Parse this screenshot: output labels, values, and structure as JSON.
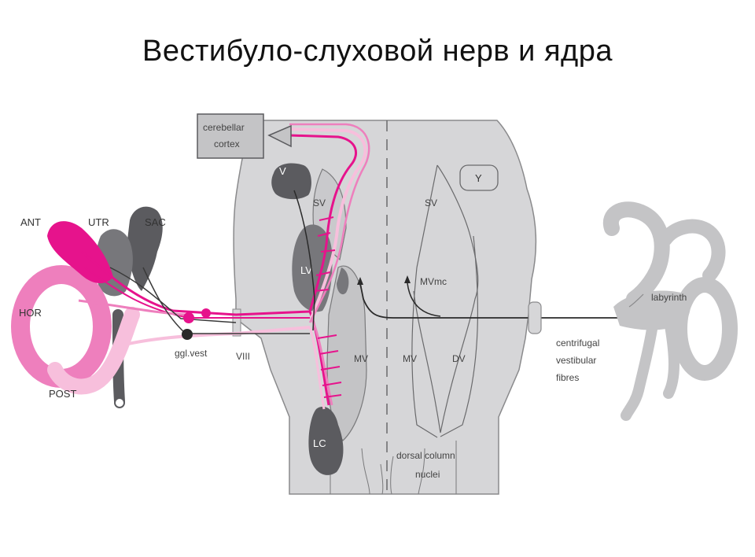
{
  "title": "Вестибуло-слуховой нерв и ядра",
  "labels": {
    "ant": "ANT",
    "utr": "UTR",
    "sac": "SAC",
    "hor": "HOR",
    "post": "POST",
    "ggl_vest": "ggl.vest",
    "viii": "VIII",
    "cerebellar_1": "cerebellar",
    "cerebellar_2": "cortex",
    "v": "V",
    "sv_left": "SV",
    "lv": "LV",
    "mv_left": "MV",
    "lc": "LC",
    "y": "Y",
    "sv_right": "SV",
    "mvmc": "MVmc",
    "mv_right": "MV",
    "dv": "DV",
    "dorsal_1": "dorsal column",
    "dorsal_2": "nuclei",
    "centrifugal_1": "centrifugal",
    "centrifugal_2": "vestibular",
    "centrifugal_3": "fibres",
    "labyrinth": "labyrinth"
  },
  "colors": {
    "magenta": "#e6138c",
    "pink_mid": "#ee7fbd",
    "pink_light": "#f7bfdc",
    "gray_dark": "#5b5b5f",
    "gray_mid": "#8d8d91",
    "gray_light": "#d6d6d8",
    "gray_box": "#c4c4c6",
    "line": "#2a2a2a"
  }
}
